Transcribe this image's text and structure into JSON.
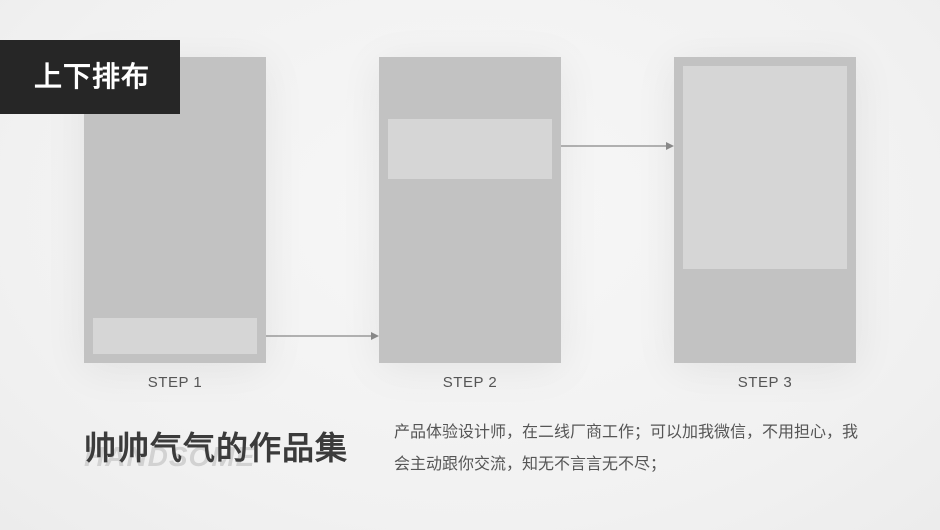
{
  "header": {
    "title": "上下排布"
  },
  "steps": [
    {
      "label": "STEP 1"
    },
    {
      "label": "STEP 2"
    },
    {
      "label": "STEP 3"
    }
  ],
  "brand": {
    "title": "帅帅气气的作品集",
    "watermark": "HANDSOME"
  },
  "description": {
    "text": "产品体验设计师，在二线厂商工作；可以加我微信，不用担心，我会主动跟你交流，知无不言言无不尽；"
  },
  "colors": {
    "background": "#f2f2f2",
    "title_tag": "#262626",
    "phone_frame": "#c2c2c2",
    "content_block": "#d6d6d6",
    "arrow": "#888888"
  }
}
